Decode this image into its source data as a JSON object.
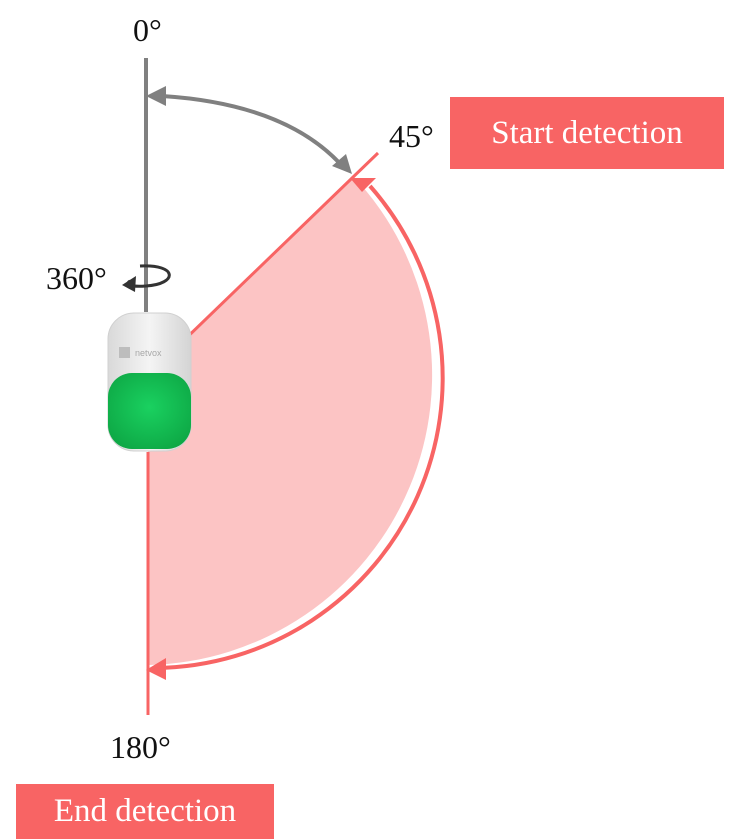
{
  "labels": {
    "deg0": "0°",
    "deg45": "45°",
    "deg360": "360°",
    "deg180": "180°"
  },
  "tags": {
    "start": "Start detection",
    "end": "End detection"
  },
  "device": {
    "brand": "netvox"
  },
  "colors": {
    "sector_fill": "#fcc4c4",
    "sector_stroke": "#f86464",
    "tag_background": "#f86464",
    "axis": "#808080",
    "device_body": "#ebebeb",
    "device_button": "#12c451"
  }
}
